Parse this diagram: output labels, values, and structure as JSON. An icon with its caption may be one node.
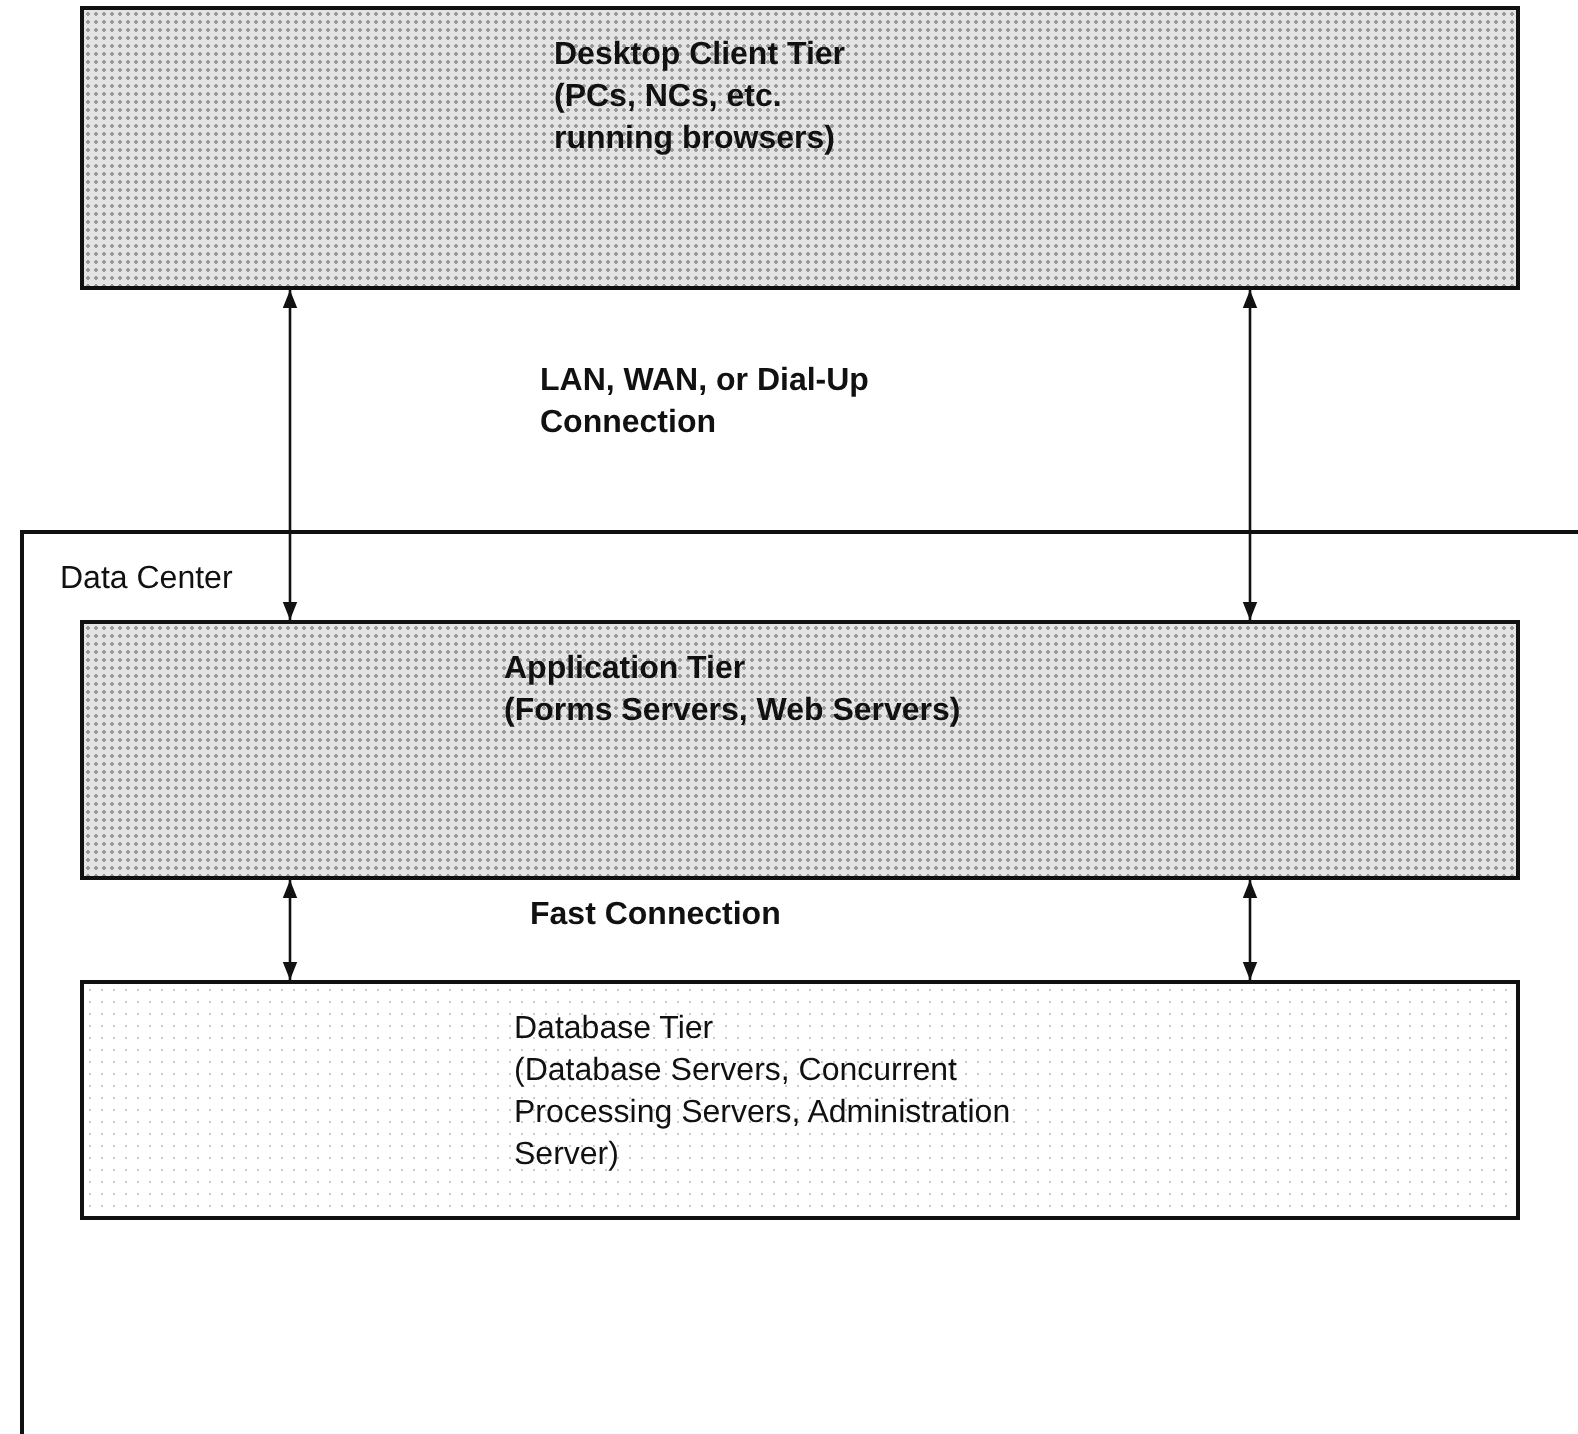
{
  "diagram": {
    "nodes": [
      {
        "text": [
          "Desktop Client Tier",
          "(PCs, NCs, etc. running browsers)"
        ]
      },
      {
        "text": [
          "Data Center"
        ]
      },
      {
        "text": [
          "Application Tier",
          "(Forms Servers, Web Servers)"
        ],
        "in": 1
      },
      {
        "text": [
          "Database Tier",
          "(Database Servers, Concurrent Processing Servers, Administration Server)"
        ],
        "in": 1
      }
    ],
    "edges": [
      {
        "from": 0,
        "to": 2,
        "arrow": "both"
      },
      {
        "from": 0,
        "to": 2,
        "arrow": "both"
      },
      {
        "from": 2,
        "to": 3,
        "arrow": "both"
      },
      {
        "from": 2,
        "to": 3,
        "arrow": "both"
      }
    ],
    "labels": [
      "LAN, WAN, or Dial-Up Connection",
      "Fast Connection"
    ]
  }
}
